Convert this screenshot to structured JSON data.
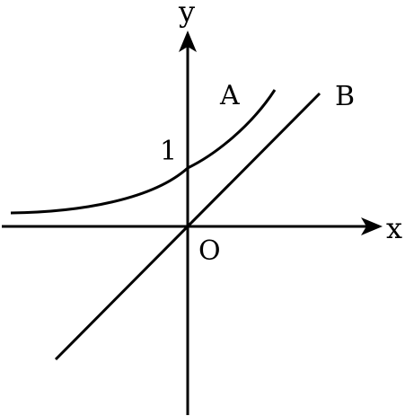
{
  "labels": {
    "x_axis": "x",
    "y_axis": "y",
    "origin": "O",
    "intercept": "1",
    "curve_a": "A",
    "line_b": "B"
  },
  "colors": {
    "ink": "#000000",
    "background": "#ffffff"
  }
}
